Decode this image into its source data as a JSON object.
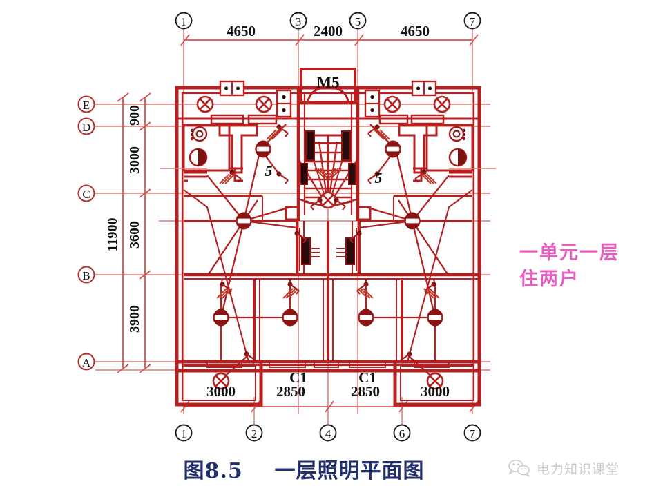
{
  "figure": {
    "caption": "图8.5    一层照明平面图",
    "note_line1": "一单元一层",
    "note_line2": "住两户",
    "colors": {
      "wall": "#b52020",
      "thin_line": "#e05a50",
      "dim_line": "#d9534f",
      "caption": "#23306e",
      "note": "#e45fc0",
      "watermark": "#9a9a9a",
      "fill_dark": "#2b0a0a"
    }
  },
  "watermark": {
    "text": "电力知识课堂",
    "icon": "wechat-icon"
  },
  "grid": {
    "vertical_labels_top": [
      "1",
      "3",
      "5",
      "7"
    ],
    "vertical_labels_bottom": [
      "1",
      "2",
      "4",
      "6",
      "7"
    ],
    "horizontal_labels": [
      "E",
      "D",
      "C",
      "B",
      "A"
    ]
  },
  "dimensions": {
    "top": [
      {
        "label": "4650",
        "from": "1",
        "to": "3"
      },
      {
        "label": "2400",
        "from": "3",
        "to": "5"
      },
      {
        "label": "4650",
        "from": "5",
        "to": "7"
      }
    ],
    "bottom": [
      {
        "label": "3000",
        "from": "1",
        "to": "2"
      },
      {
        "label": "2850",
        "from": "2",
        "to": "4"
      },
      {
        "label": "2850",
        "from": "4",
        "to": "6"
      },
      {
        "label": "3000",
        "from": "6",
        "to": "7"
      }
    ],
    "left_inner": [
      {
        "label": "900",
        "from": "E",
        "to": "D"
      },
      {
        "label": "3000",
        "from": "D",
        "to": "C"
      },
      {
        "label": "3600",
        "from": "C",
        "to": "B"
      },
      {
        "label": "3900",
        "from": "B",
        "to": "A"
      }
    ],
    "left_total": [
      {
        "label": "11900",
        "from": "A",
        "to": "E"
      }
    ]
  },
  "plan_labels": {
    "door_main": "M5",
    "window_left": "C1",
    "window_right": "C1",
    "wire_count_left": "5",
    "wire_count_right": "5"
  },
  "symbols": {
    "ceiling_lamp": "x-circle-lamp-icon",
    "pendant_lamp": "pendant-lamp-icon",
    "wall_lamp": "half-circle-wall-lamp-icon",
    "outlet": "two-pole-outlet-icon",
    "switch": "single-pole-switch-icon",
    "panel": "distribution-panel-icon",
    "junction": "junction-node-icon"
  },
  "counts": {
    "ceiling_lamps": 7,
    "pendant_lamps": 8,
    "wall_lamps": 2,
    "outlets": 4,
    "panels": 4
  }
}
